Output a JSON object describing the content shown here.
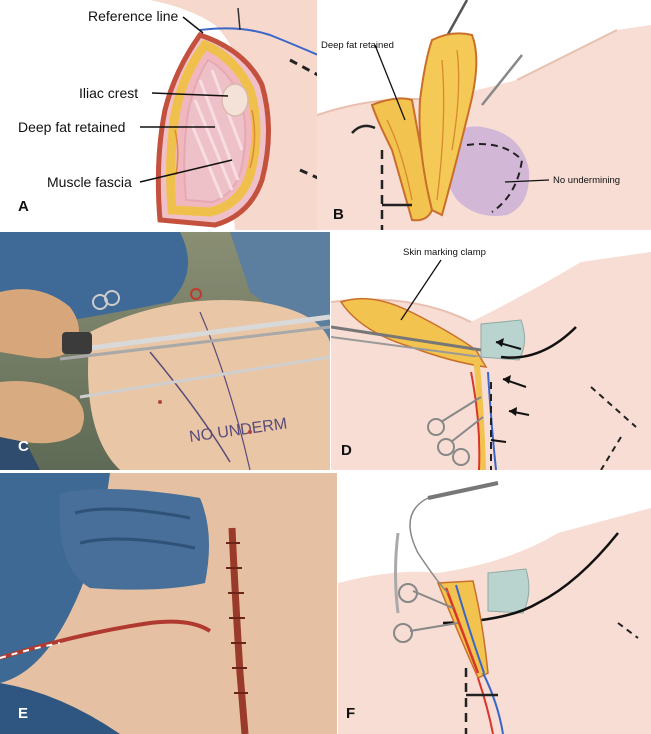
{
  "panels": {
    "A": {
      "label": "A",
      "callouts": {
        "reference_line": "Reference line",
        "iliac_crest": "Iliac crest",
        "deep_fat_retained": "Deep fat retained",
        "muscle_fascia": "Muscle fascia"
      }
    },
    "B": {
      "label": "B",
      "callouts": {
        "deep_fat_retained": "Deep fat retained",
        "no_undermining": "No undermining"
      }
    },
    "C": {
      "label": "C",
      "skin_writing": "NO UNDERM"
    },
    "D": {
      "label": "D",
      "callouts": {
        "skin_marking_clamp": "Skin marking clamp"
      }
    },
    "E": {
      "label": "E"
    },
    "F": {
      "label": "F"
    }
  },
  "colors": {
    "skin": "#f6d8cc",
    "fat": "#f2c34e",
    "fascia": "#eab8c0",
    "drape": "#3f6a97",
    "no_undermining_zone": "#cdb2d6",
    "vessel_red": "#d9362b",
    "vessel_blue": "#3a66c9"
  }
}
